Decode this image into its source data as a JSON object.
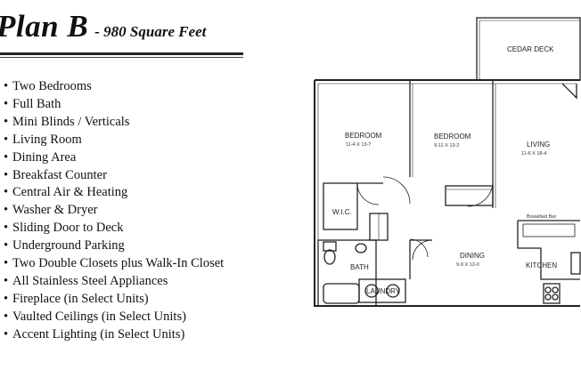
{
  "header": {
    "plan_name": "Plan B",
    "subtitle": "- 980 Square Feet"
  },
  "features": [
    "Two Bedrooms",
    "Full Bath",
    "Mini Blinds / Verticals",
    "Living Room",
    "Dining Area",
    "Breakfast Counter",
    "Central Air & Heating",
    "Washer & Dryer",
    "Sliding Door to Deck",
    "Underground Parking",
    "Two Double Closets plus Walk-In Closet",
    "All Stainless Steel Appliances",
    "Fireplace (in Select Units)",
    "Vaulted Ceilings (in Select Units)",
    "Accent Lighting (in Select Units)"
  ],
  "floorplan": {
    "deck": "CEDAR DECK",
    "bedroom1": {
      "name": "BEDROOM",
      "size": "11-4 X 13-7"
    },
    "bedroom2": {
      "name": "BEDROOM",
      "size": "9-11 X 13-2"
    },
    "living": {
      "name": "LIVING",
      "size": "11-6 X 18-4"
    },
    "wic": "W.I.C.",
    "breakfast_bar": "Breakfast Bar",
    "dining": {
      "name": "DINING",
      "size": "9-9 X 12-0"
    },
    "bath": "BATH",
    "kitchen": "KITCHEN",
    "laundry": "LAUNDRY"
  }
}
